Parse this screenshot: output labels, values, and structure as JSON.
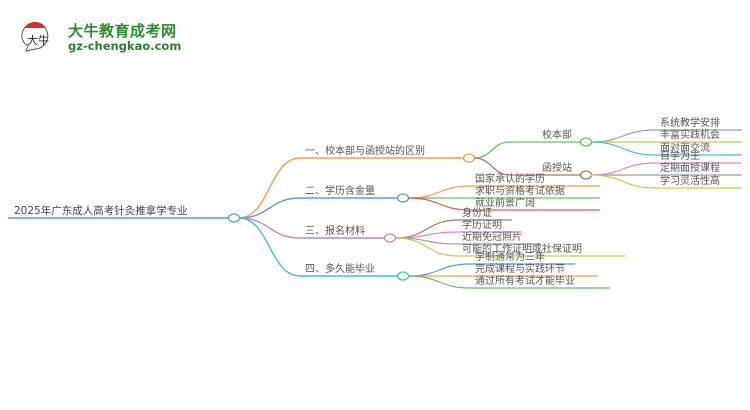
{
  "logo": {
    "title": "大牛教育成考网",
    "url": "gz-chengkao.com",
    "badge_text": "大牛"
  },
  "mindmap": {
    "root": {
      "label": "2025年广东成人高考针灸推拿学专业",
      "color": "#5b9bd5"
    },
    "branches": [
      {
        "label": "一、校本部与函授站的区别",
        "color": "#f4a04a",
        "children": [
          {
            "label": "校本部",
            "color": "#6dbf67",
            "children": [
              {
                "label": "系统教学安排",
                "color": "#9e9e9e"
              },
              {
                "label": "丰富实践机会",
                "color": "#c9c94a"
              },
              {
                "label": "面对面交流",
                "color": "#3fc1d0"
              }
            ]
          },
          {
            "label": "函授站",
            "color": "#a67b6b",
            "children": [
              {
                "label": "自学为主",
                "color": "#ee82c8"
              },
              {
                "label": "定期面授课程",
                "color": "#9e9e9e"
              },
              {
                "label": "学习灵活性高",
                "color": "#c9c94a"
              }
            ]
          }
        ]
      },
      {
        "label": "二、学历含金量",
        "color": "#5b9bd5",
        "children": [
          {
            "label": "国家承认的学历",
            "color": "#f4a04a"
          },
          {
            "label": "求职与资格考试依据",
            "color": "#6dbf67"
          },
          {
            "label": "就业前景广阔",
            "color": "#e05a5a"
          }
        ]
      },
      {
        "label": "三、报名材料",
        "color": "#b38ad8",
        "children": [
          {
            "label": "身份证",
            "color": "#a67b6b"
          },
          {
            "label": "学历证明",
            "color": "#ee82c8"
          },
          {
            "label": "近期免冠照片",
            "color": "#9e9e9e"
          },
          {
            "label": "可能的工作证明或社保证明",
            "color": "#c9c94a"
          }
        ]
      },
      {
        "label": "四、多久能毕业",
        "color": "#3fc1d0",
        "children": [
          {
            "label": "学制通常为三年",
            "color": "#5b9bd5"
          },
          {
            "label": "完成课程与实践环节",
            "color": "#f4a04a"
          },
          {
            "label": "通过所有考试才能毕业",
            "color": "#6dbf67"
          }
        ]
      }
    ]
  }
}
